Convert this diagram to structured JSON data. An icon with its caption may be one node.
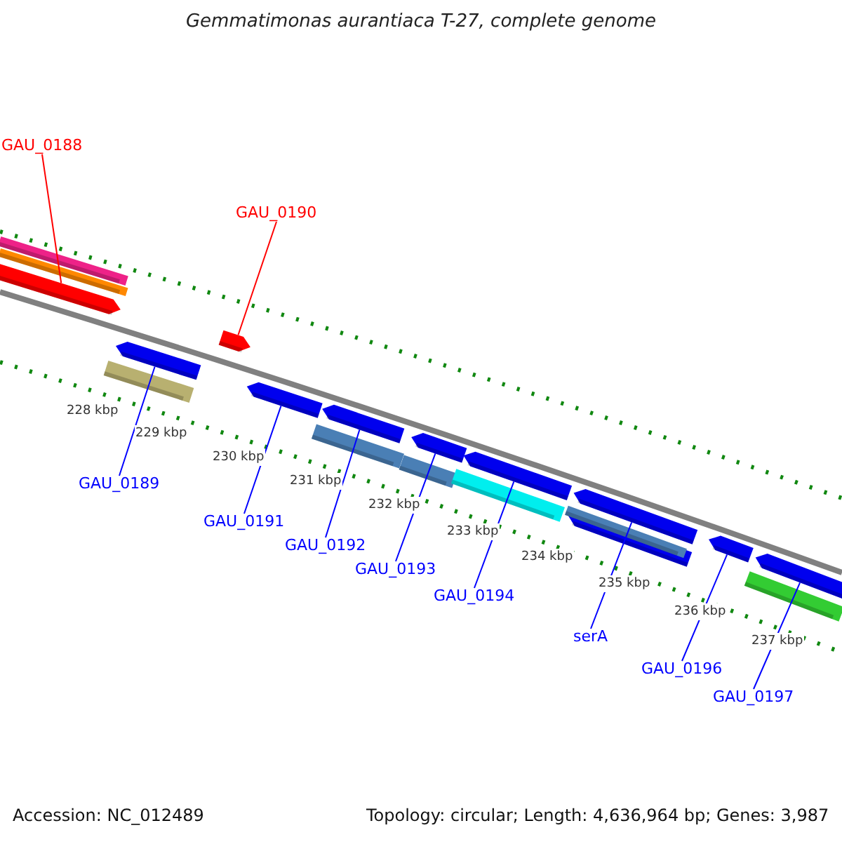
{
  "diagram": {
    "title": "Gemmatimonas aurantiaca T-27, complete genome",
    "nodes": [
      {
        "text": [
          "GAU_0188"
        ]
      },
      {
        "text": [],
        "shape": "arrow"
      },
      {
        "text": [
          "GAU_0190"
        ]
      },
      {
        "text": [],
        "shape": "arrow"
      },
      {
        "text": [
          "GAU_0189"
        ]
      },
      {
        "text": [],
        "shape": "arrow"
      },
      {
        "text": [
          "GAU_0191"
        ]
      },
      {
        "text": [],
        "shape": "arrow"
      },
      {
        "text": [
          "GAU_0192"
        ]
      },
      {
        "text": [],
        "shape": "arrow"
      },
      {
        "text": [
          "GAU_0193"
        ]
      },
      {
        "text": [],
        "shape": "arrow"
      },
      {
        "text": [
          "GAU_0194"
        ]
      },
      {
        "text": [],
        "shape": "arrow"
      },
      {
        "text": [
          "serA"
        ]
      },
      {
        "text": [],
        "shape": "arrow"
      },
      {
        "text": [
          "GAU_0196"
        ]
      },
      {
        "text": [],
        "shape": "arrow"
      },
      {
        "text": [
          "GAU_0197"
        ]
      },
      {
        "text": [],
        "shape": "arrow"
      }
    ],
    "edges": [
      {
        "from": 0,
        "to": 1,
        "arrow": "none",
        "color": "#ff0000"
      },
      {
        "from": 2,
        "to": 3,
        "arrow": "none",
        "color": "#ff0000"
      },
      {
        "from": 4,
        "to": 5,
        "arrow": "none"
      },
      {
        "from": 6,
        "to": 7,
        "arrow": "none"
      },
      {
        "from": 8,
        "to": 9,
        "arrow": "none"
      },
      {
        "from": 10,
        "to": 11,
        "arrow": "none"
      },
      {
        "from": 12,
        "to": 13,
        "arrow": "none"
      },
      {
        "from": 14,
        "to": 15,
        "arrow": "none"
      },
      {
        "from": 16,
        "to": 17,
        "arrow": "none"
      },
      {
        "from": 18,
        "to": 19,
        "arrow": "none"
      }
    ],
    "labels": [
      "228 kbp",
      "229 kbp",
      "230 kbp",
      "231 kbp",
      "232 kbp",
      "233 kbp",
      "234 kbp",
      "235 kbp",
      "236 kbp",
      "237 kbp",
      "Accession: NC_012489",
      "Topology: circular; Length: 4,636,964 bp; Genes: 3,987"
    ]
  }
}
